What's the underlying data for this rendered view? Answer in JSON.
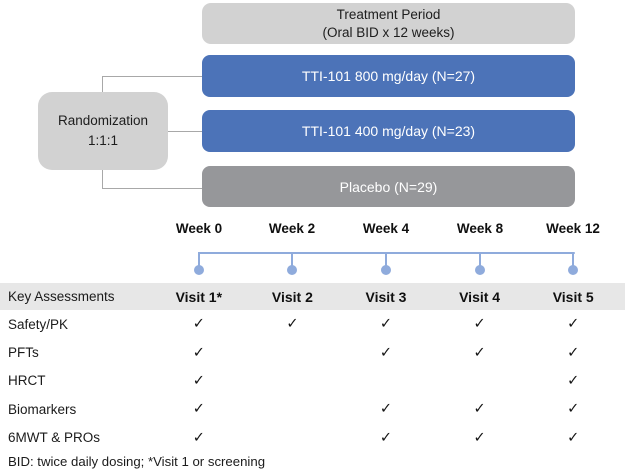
{
  "flowchart": {
    "treatment_period": {
      "line1": "Treatment Period",
      "line2": "(Oral BID x 12 weeks)"
    },
    "randomization": {
      "line1": "Randomization",
      "line2": "1:1:1"
    },
    "arms": [
      {
        "label": "TTI-101 800 mg/day (N=27)"
      },
      {
        "label": "TTI-101 400 mg/day (N=23)"
      },
      {
        "label": "Placebo (N=29)"
      }
    ]
  },
  "timeline": {
    "weeks": [
      "Week 0",
      "Week 2",
      "Week 4",
      "Week 8",
      "Week 12"
    ]
  },
  "table": {
    "header": {
      "label": "Key Assessments",
      "visits": [
        "Visit 1*",
        "Visit 2",
        "Visit 3",
        "Visit 4",
        "Visit 5"
      ]
    },
    "rows": [
      {
        "label": "Safety/PK",
        "cells": [
          "✓",
          "✓",
          "✓",
          "✓",
          "✓"
        ]
      },
      {
        "label": "PFTs",
        "cells": [
          "✓",
          "",
          "✓",
          "✓",
          "✓"
        ]
      },
      {
        "label": "HRCT",
        "cells": [
          "✓",
          "",
          "",
          "",
          "✓"
        ]
      },
      {
        "label": "Biomarkers",
        "cells": [
          "✓",
          "",
          "✓",
          "✓",
          "✓"
        ]
      },
      {
        "label": "6MWT & PROs",
        "cells": [
          "✓",
          "",
          "✓",
          "✓",
          "✓"
        ]
      }
    ]
  },
  "footnote": "BID: twice daily dosing; *Visit 1 or screening",
  "colors": {
    "arm_blue": "#4c73b8",
    "placebo_gray": "#96979a",
    "box_gray": "#d2d2d2",
    "band_gray": "#e7e7e7",
    "timeline_blue": "#8fabdc"
  }
}
